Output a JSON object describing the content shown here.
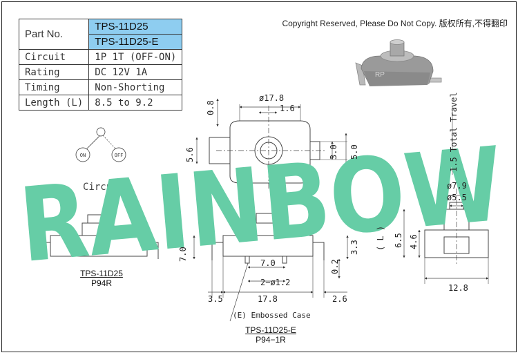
{
  "spec_table": {
    "part_label": "Part No.",
    "part_numbers": [
      "TPS-11D25",
      "TPS-11D25-E"
    ],
    "rows": [
      {
        "label": "Circuit",
        "value": "1P 1T (OFF-ON)"
      },
      {
        "label": "Rating",
        "value": "DC 12V 1A"
      },
      {
        "label": "Timing",
        "value": "Non-Shorting"
      },
      {
        "label": "Length (L)",
        "value": "8.5 to 9.2"
      }
    ],
    "highlight_color": "#8ecdf0"
  },
  "copyright": "Copyright Reserved, Please Do Not Copy. 版权所有,不得翻印",
  "watermark": {
    "text": "RAINBOW",
    "color": "#66cda6"
  },
  "product_badge": "RP",
  "circuit": {
    "on_label": "ON",
    "off_label": "OFF",
    "caption": "Circuit"
  },
  "dimensions": {
    "top_width": "ø17.8",
    "top_offset": "1.6",
    "top_gap": "0.8",
    "left_height": "5.6",
    "right_inner": "3.0",
    "right_outer": "5.0",
    "total_travel": "1.5 Total Travel",
    "cap_outer": "ø7.9",
    "cap_inner": "ø5.5",
    "length_label": "( L )",
    "cap_height": "6.5",
    "plunger_height": "4.6",
    "side_width": "12.8",
    "body_height": "7.0",
    "pin_pitch": "7.0",
    "pin_holes": "2−ø1.2",
    "pin_drop": "0.2",
    "right_height": "3.3",
    "left_margin": "3.5",
    "body_width": "17.8",
    "right_margin": "2.6",
    "embossed": "(E)  Embossed Case"
  },
  "models": [
    {
      "name": "TPS-11D25",
      "code": "P94R"
    },
    {
      "name": "TPS-11D25-E",
      "code": "P94−1R"
    }
  ]
}
